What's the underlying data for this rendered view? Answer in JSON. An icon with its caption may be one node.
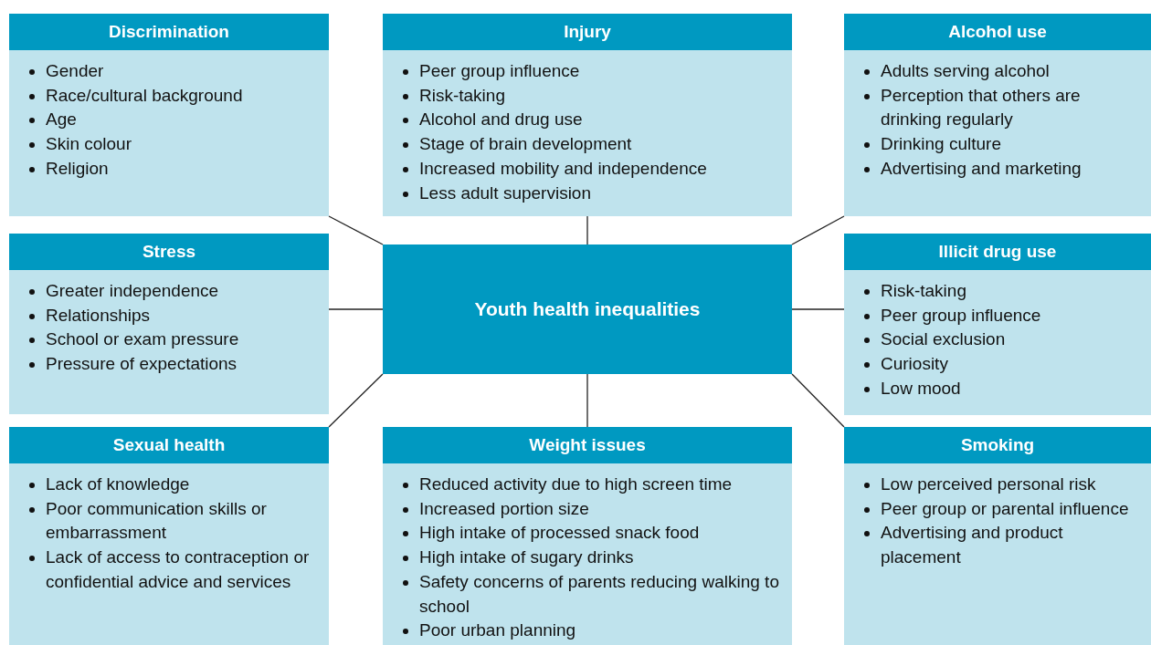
{
  "diagram": {
    "nodes": [
      {
        "text": [
          "Discrimination",
          "Gender",
          "Race/cultural background",
          "Age",
          "Skin colour",
          "Religion"
        ]
      },
      {
        "text": [
          "Injury",
          "Peer group influence",
          "Risk-taking",
          "Alcohol and drug use",
          "Stage of brain development",
          "Increased mobility and independence",
          "Less adult supervision"
        ]
      },
      {
        "text": [
          "Alcohol use",
          "Adults serving alcohol",
          "Perception that others are drinking regularly",
          "Drinking culture",
          "Advertising and marketing"
        ]
      },
      {
        "text": [
          "Stress",
          "Greater independence",
          "Relationships",
          "School or exam pressure",
          "Pressure of expectations"
        ]
      },
      {
        "text": [
          "Youth health inequalities"
        ]
      },
      {
        "text": [
          "Illicit drug use",
          "Risk-taking",
          "Peer group influence",
          "Social exclusion",
          "Curiosity",
          "Low mood"
        ]
      },
      {
        "text": [
          "Sexual health",
          "Lack of knowledge",
          "Poor communication skills or embarrassment",
          "Lack of access to contraception or confidential advice and services"
        ]
      },
      {
        "text": [
          "Weight issues",
          "Reduced activity due to high screen time",
          "Increased portion size",
          "High intake of processed snack food",
          "High intake of sugary drinks",
          "Safety concerns of parents reducing walking to school",
          "Poor urban planning"
        ]
      },
      {
        "text": [
          "Smoking",
          "Low perceived personal risk",
          "Peer group or parental influence",
          "Advertising and product placement"
        ]
      }
    ],
    "edges": [
      {
        "from": 4,
        "to": 0,
        "arrow": "none"
      },
      {
        "from": 4,
        "to": 1,
        "arrow": "none"
      },
      {
        "from": 4,
        "to": 2,
        "arrow": "none"
      },
      {
        "from": 4,
        "to": 3,
        "arrow": "none"
      },
      {
        "from": 4,
        "to": 5,
        "arrow": "none"
      },
      {
        "from": 4,
        "to": 6,
        "arrow": "none"
      },
      {
        "from": 4,
        "to": 7,
        "arrow": "none"
      },
      {
        "from": 4,
        "to": 8,
        "arrow": "none"
      }
    ]
  }
}
